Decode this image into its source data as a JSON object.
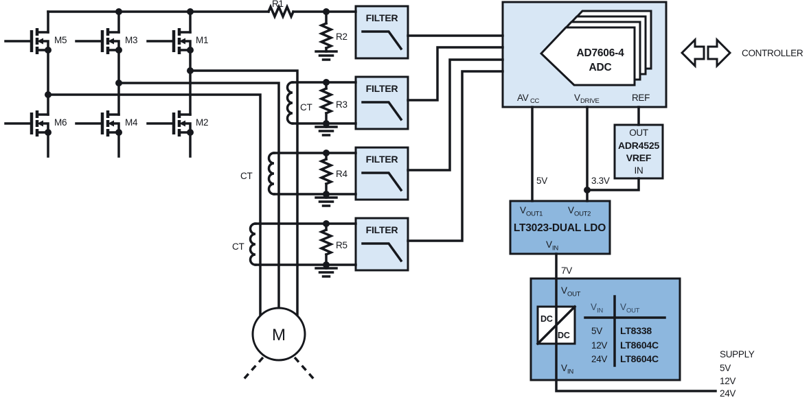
{
  "colors": {
    "light_blue": "#d8e7f5",
    "mid_blue": "#8db7de",
    "line": "#16181d",
    "ink": "#16181d",
    "ink_soft": "#33475e"
  },
  "transistors": {
    "m5": "M5",
    "m3": "M3",
    "m1": "M1",
    "m6": "M6",
    "m4": "M4",
    "m2": "M2"
  },
  "resistors": {
    "r1": "R1",
    "r2": "R2",
    "r3": "R3",
    "r4": "R4",
    "r5": "R5"
  },
  "ct_label": "CT",
  "filter_label": "FILTER",
  "motor_label": "M",
  "adc": {
    "name": "AD7606-4",
    "type": "ADC",
    "pin_avcc": "AV",
    "pin_avcc_sub": "CC",
    "pin_vdrive": "V",
    "pin_vdrive_sub": "DRIVE",
    "pin_ref": "REF"
  },
  "controller_label": "CONTROLLER",
  "vref": {
    "pin_out": "OUT",
    "name": "ADR4525",
    "type": "VREF",
    "pin_in": "IN"
  },
  "ldo": {
    "name": "LT3023-DUAL LDO",
    "v": "V",
    "vout1_sub": "OUT1",
    "vout2_sub": "OUT2",
    "vin_sub": "IN"
  },
  "nets": {
    "v5": "5V",
    "v3_3": "3.3V",
    "v7": "7V"
  },
  "dcdc": {
    "v": "V",
    "vout_sub": "OUT",
    "vin_sub": "IN",
    "dc": "DC",
    "table": {
      "col_vin": "V",
      "col_vin_sub": "IN",
      "col_vout": "V",
      "col_vout_sub": "OUT",
      "rows": [
        {
          "vin": "5V",
          "part": "LT8338"
        },
        {
          "vin": "12V",
          "part": "LT8604C"
        },
        {
          "vin": "24V",
          "part": "LT8604C"
        }
      ]
    }
  },
  "supply": {
    "title": "SUPPLY",
    "rails": [
      "5V",
      "12V",
      "24V"
    ]
  }
}
